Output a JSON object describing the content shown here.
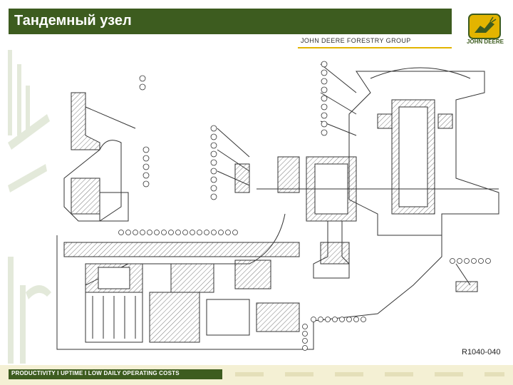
{
  "header": {
    "title": "Тандемный узел",
    "subtitle": "JOHN DEERE FORESTRY GROUP",
    "logo_text": "JOHN DEERE"
  },
  "drawing": {
    "reference": "R1040-040"
  },
  "footer": {
    "tagline": "PRODUCTIVITY I UPTIME I LOW DAILY OPERATING COSTS"
  },
  "colors": {
    "brand_green": "#3d5c1f",
    "accent_yellow": "#e2b400",
    "footer_background": "#f4f0d4"
  },
  "icons": {
    "logo": "deer-logo-icon"
  }
}
